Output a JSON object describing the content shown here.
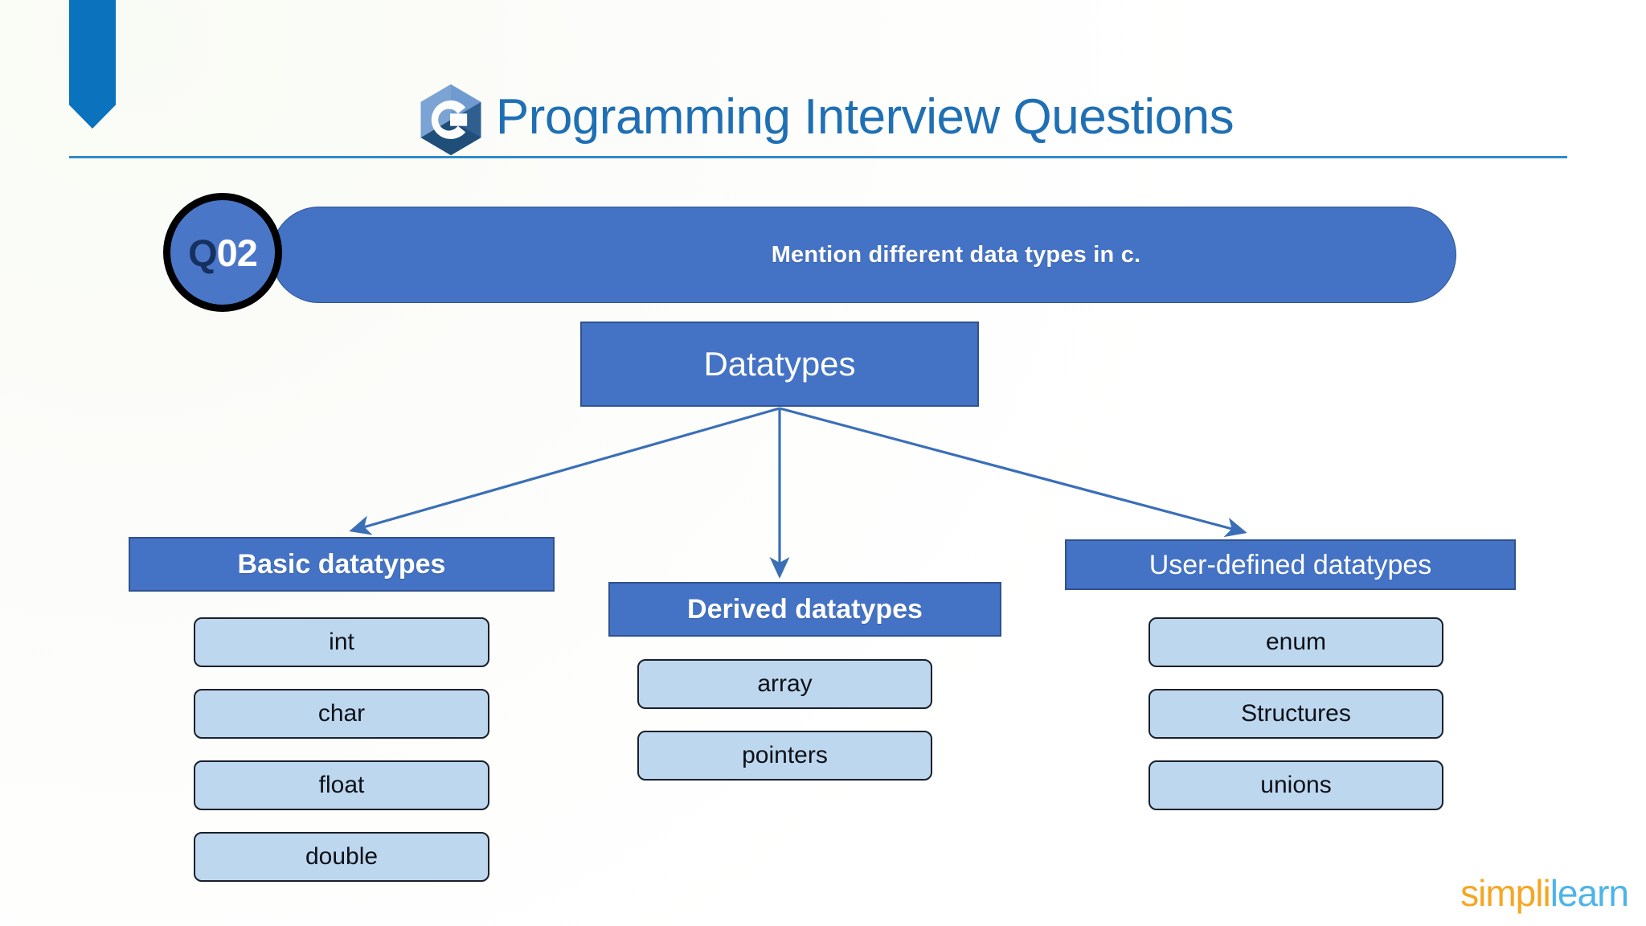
{
  "header": {
    "logo_icon": "c-language-logo-icon",
    "title": "Programming Interview Questions"
  },
  "question": {
    "badge_letter": "Q",
    "badge_number": "02",
    "text": "Mention different data types in c."
  },
  "diagram": {
    "root": "Datatypes",
    "columns": [
      {
        "header": "Basic datatypes",
        "items": [
          "int",
          "char",
          "float",
          "double"
        ]
      },
      {
        "header": "Derived datatypes",
        "items": [
          "array",
          "pointers"
        ]
      },
      {
        "header": "User-defined datatypes",
        "items": [
          "enum",
          "Structures",
          "unions"
        ]
      }
    ]
  },
  "footer": {
    "brand_part1": "simpl",
    "brand_sep": "i",
    "brand_part2": "learn"
  },
  "colors": {
    "accent_blue": "#1f6fb4",
    "ribbon_blue": "#0b72bd",
    "divider_blue": "#2e8bc9",
    "node_blue": "#4472c4",
    "node_border": "#2f528f",
    "item_fill": "#bdd7ee",
    "item_border": "#1b1f2b",
    "badge_letter_color": "#16315f",
    "brand_orange": "#f5a623",
    "brand_cyan": "#4db4e8"
  },
  "chart_data": {
    "type": "tree",
    "title": "Datatypes",
    "nodes": [
      {
        "id": "root",
        "label": "Datatypes",
        "level": 0,
        "parent": null
      },
      {
        "id": "basic",
        "label": "Basic datatypes",
        "level": 1,
        "parent": "root"
      },
      {
        "id": "derived",
        "label": "Derived datatypes",
        "level": 1,
        "parent": "root"
      },
      {
        "id": "user",
        "label": "User-defined datatypes",
        "level": 1,
        "parent": "root"
      },
      {
        "id": "int",
        "label": "int",
        "level": 2,
        "parent": "basic"
      },
      {
        "id": "char",
        "label": "char",
        "level": 2,
        "parent": "basic"
      },
      {
        "id": "float",
        "label": "float",
        "level": 2,
        "parent": "basic"
      },
      {
        "id": "double",
        "label": "double",
        "level": 2,
        "parent": "basic"
      },
      {
        "id": "array",
        "label": "array",
        "level": 2,
        "parent": "derived"
      },
      {
        "id": "pointers",
        "label": "pointers",
        "level": 2,
        "parent": "derived"
      },
      {
        "id": "enum",
        "label": "enum",
        "level": 2,
        "parent": "user"
      },
      {
        "id": "structures",
        "label": "Structures",
        "level": 2,
        "parent": "user"
      },
      {
        "id": "unions",
        "label": "unions",
        "level": 2,
        "parent": "user"
      }
    ],
    "edges": [
      {
        "from": "root",
        "to": "basic"
      },
      {
        "from": "root",
        "to": "derived"
      },
      {
        "from": "root",
        "to": "user"
      }
    ]
  }
}
